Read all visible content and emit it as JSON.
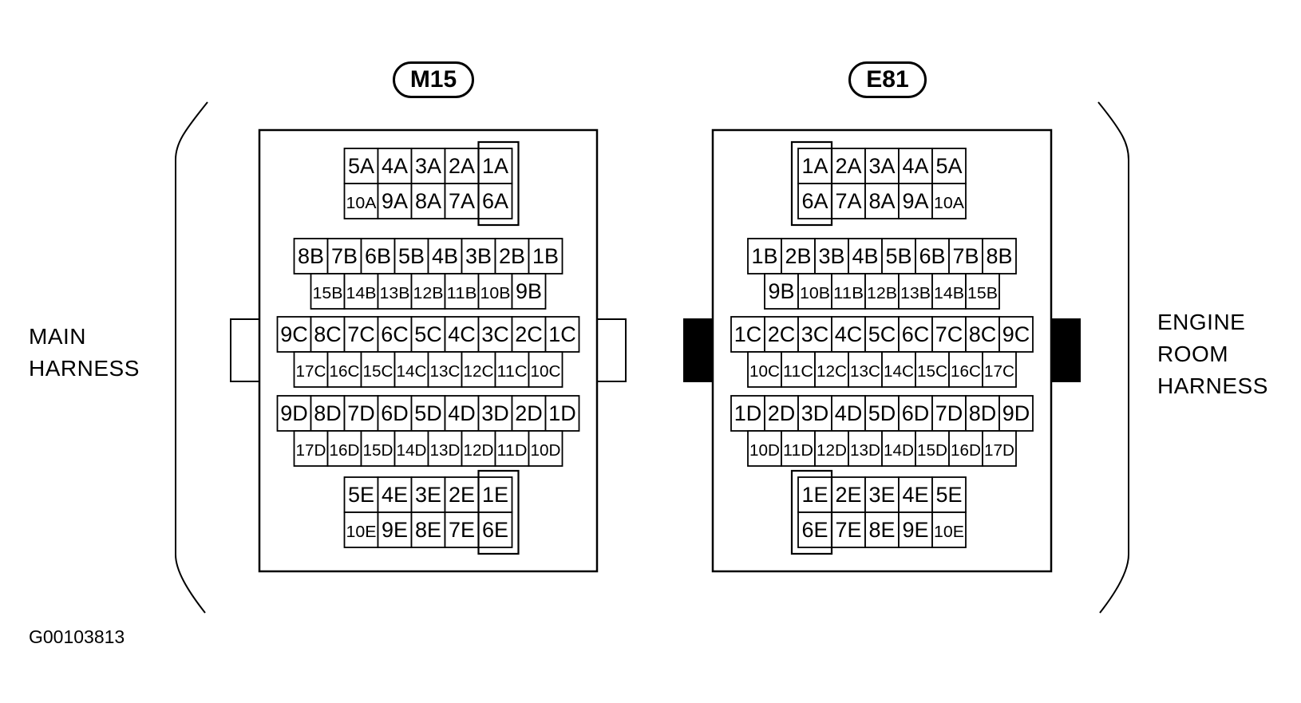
{
  "labels": {
    "left_line1": "MAIN",
    "left_line2": "HARNESS",
    "right_line1": "ENGINE",
    "right_line2": "ROOM",
    "right_line3": "HARNESS",
    "figure_id": "G00103813"
  },
  "connectors": [
    {
      "id": "M15",
      "orientation": "left",
      "tab_style": "open",
      "groups": [
        {
          "row1": [
            "5A",
            "4A",
            "3A",
            "2A",
            "1A"
          ],
          "row2": [
            "10A",
            "9A",
            "8A",
            "7A",
            "6A"
          ]
        },
        {
          "row1": [
            "8B",
            "7B",
            "6B",
            "5B",
            "4B",
            "3B",
            "2B",
            "1B"
          ],
          "row2": [
            "15B",
            "14B",
            "13B",
            "12B",
            "11B",
            "10B",
            "9B"
          ]
        },
        {
          "row1": [
            "9C",
            "8C",
            "7C",
            "6C",
            "5C",
            "4C",
            "3C",
            "2C",
            "1C"
          ],
          "row2": [
            "17C",
            "16C",
            "15C",
            "14C",
            "13C",
            "12C",
            "11C",
            "10C"
          ]
        },
        {
          "row1": [
            "9D",
            "8D",
            "7D",
            "6D",
            "5D",
            "4D",
            "3D",
            "2D",
            "1D"
          ],
          "row2": [
            "17D",
            "16D",
            "15D",
            "14D",
            "13D",
            "12D",
            "11D",
            "10D"
          ]
        },
        {
          "row1": [
            "5E",
            "4E",
            "3E",
            "2E",
            "1E"
          ],
          "row2": [
            "10E",
            "9E",
            "8E",
            "7E",
            "6E"
          ]
        }
      ]
    },
    {
      "id": "E81",
      "orientation": "right",
      "tab_style": "solid",
      "groups": [
        {
          "row1": [
            "1A",
            "2A",
            "3A",
            "4A",
            "5A"
          ],
          "row2": [
            "6A",
            "7A",
            "8A",
            "9A",
            "10A"
          ]
        },
        {
          "row1": [
            "1B",
            "2B",
            "3B",
            "4B",
            "5B",
            "6B",
            "7B",
            "8B"
          ],
          "row2": [
            "9B",
            "10B",
            "11B",
            "12B",
            "13B",
            "14B",
            "15B"
          ]
        },
        {
          "row1": [
            "1C",
            "2C",
            "3C",
            "4C",
            "5C",
            "6C",
            "7C",
            "8C",
            "9C"
          ],
          "row2": [
            "10C",
            "11C",
            "12C",
            "13C",
            "14C",
            "15C",
            "16C",
            "17C"
          ]
        },
        {
          "row1": [
            "1D",
            "2D",
            "3D",
            "4D",
            "5D",
            "6D",
            "7D",
            "8D",
            "9D"
          ],
          "row2": [
            "10D",
            "11D",
            "12D",
            "13D",
            "14D",
            "15D",
            "16D",
            "17D"
          ]
        },
        {
          "row1": [
            "1E",
            "2E",
            "3E",
            "4E",
            "5E"
          ],
          "row2": [
            "6E",
            "7E",
            "8E",
            "9E",
            "10E"
          ]
        }
      ]
    }
  ],
  "colors": {
    "line": "#000000",
    "background": "#ffffff"
  }
}
